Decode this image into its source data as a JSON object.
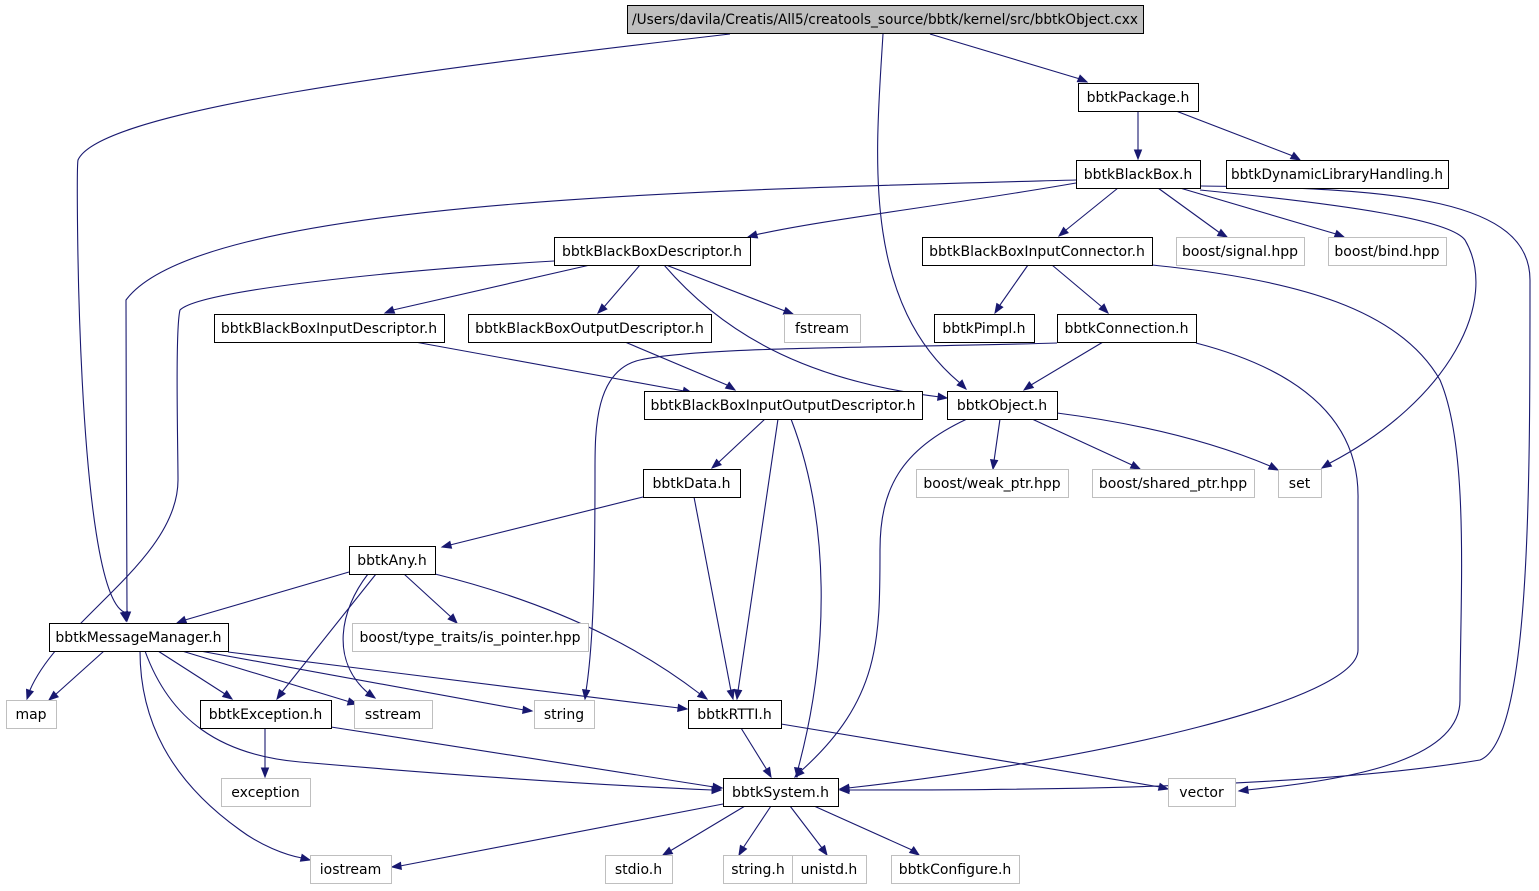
{
  "graph": {
    "edge_color": "#191970",
    "root_fill": "#bfbfbf",
    "external_border": "#bfbfbf",
    "nodes": [
      {
        "id": "root",
        "label": "/Users/davila/Creatis/All5/creatools_source/bbtk/kernel/src/bbtkObject.cxx",
        "kind": "root"
      },
      {
        "id": "package",
        "label": "bbtkPackage.h",
        "kind": "local"
      },
      {
        "id": "blackbox",
        "label": "bbtkBlackBox.h",
        "kind": "local"
      },
      {
        "id": "dynlib",
        "label": "bbtkDynamicLibraryHandling.h",
        "kind": "local"
      },
      {
        "id": "bbdesc",
        "label": "bbtkBlackBoxDescriptor.h",
        "kind": "local"
      },
      {
        "id": "bbinconn",
        "label": "bbtkBlackBoxInputConnector.h",
        "kind": "local"
      },
      {
        "id": "signal",
        "label": "boost/signal.hpp",
        "kind": "external"
      },
      {
        "id": "bind",
        "label": "boost/bind.hpp",
        "kind": "external"
      },
      {
        "id": "bbindesc",
        "label": "bbtkBlackBoxInputDescriptor.h",
        "kind": "local"
      },
      {
        "id": "bboutdesc",
        "label": "bbtkBlackBoxOutputDescriptor.h",
        "kind": "local"
      },
      {
        "id": "fstream",
        "label": "fstream",
        "kind": "external"
      },
      {
        "id": "pimpl",
        "label": "bbtkPimpl.h",
        "kind": "local"
      },
      {
        "id": "connection",
        "label": "bbtkConnection.h",
        "kind": "local"
      },
      {
        "id": "bbiodesc",
        "label": "bbtkBlackBoxInputOutputDescriptor.h",
        "kind": "local"
      },
      {
        "id": "object",
        "label": "bbtkObject.h",
        "kind": "local"
      },
      {
        "id": "data",
        "label": "bbtkData.h",
        "kind": "local"
      },
      {
        "id": "weakptr",
        "label": "boost/weak_ptr.hpp",
        "kind": "external"
      },
      {
        "id": "sharedptr",
        "label": "boost/shared_ptr.hpp",
        "kind": "external"
      },
      {
        "id": "set",
        "label": "set",
        "kind": "external"
      },
      {
        "id": "any",
        "label": "bbtkAny.h",
        "kind": "local"
      },
      {
        "id": "ispointer",
        "label": "boost/type_traits/is_pointer.hpp",
        "kind": "external"
      },
      {
        "id": "msgmgr",
        "label": "bbtkMessageManager.h",
        "kind": "local"
      },
      {
        "id": "map",
        "label": "map",
        "kind": "external"
      },
      {
        "id": "exception_h",
        "label": "bbtkException.h",
        "kind": "local"
      },
      {
        "id": "sstream",
        "label": "sstream",
        "kind": "external"
      },
      {
        "id": "string",
        "label": "string",
        "kind": "external"
      },
      {
        "id": "rtti",
        "label": "bbtkRTTI.h",
        "kind": "local"
      },
      {
        "id": "exception",
        "label": "exception",
        "kind": "external"
      },
      {
        "id": "system",
        "label": "bbtkSystem.h",
        "kind": "local"
      },
      {
        "id": "vector",
        "label": "vector",
        "kind": "external"
      },
      {
        "id": "iostream",
        "label": "iostream",
        "kind": "external"
      },
      {
        "id": "stdio",
        "label": "stdio.h",
        "kind": "external"
      },
      {
        "id": "stringh",
        "label": "string.h",
        "kind": "external"
      },
      {
        "id": "unistd",
        "label": "unistd.h",
        "kind": "external"
      },
      {
        "id": "configure",
        "label": "bbtkConfigure.h",
        "kind": "external"
      }
    ],
    "edges": [
      [
        "root",
        "package"
      ],
      [
        "root",
        "msgmgr"
      ],
      [
        "root",
        "object"
      ],
      [
        "package",
        "blackbox"
      ],
      [
        "package",
        "dynlib"
      ],
      [
        "blackbox",
        "bbdesc"
      ],
      [
        "blackbox",
        "bbinconn"
      ],
      [
        "blackbox",
        "signal"
      ],
      [
        "blackbox",
        "bind"
      ],
      [
        "blackbox",
        "msgmgr"
      ],
      [
        "blackbox",
        "set"
      ],
      [
        "blackbox",
        "system"
      ],
      [
        "bbdesc",
        "bbindesc"
      ],
      [
        "bbdesc",
        "bboutdesc"
      ],
      [
        "bbdesc",
        "fstream"
      ],
      [
        "bbdesc",
        "object"
      ],
      [
        "bbdesc",
        "map"
      ],
      [
        "bbinconn",
        "pimpl"
      ],
      [
        "bbinconn",
        "connection"
      ],
      [
        "bbinconn",
        "vector"
      ],
      [
        "bbindesc",
        "bbiodesc"
      ],
      [
        "bboutdesc",
        "bbiodesc"
      ],
      [
        "connection",
        "object"
      ],
      [
        "connection",
        "string"
      ],
      [
        "connection",
        "system"
      ],
      [
        "bbiodesc",
        "data"
      ],
      [
        "bbiodesc",
        "rtti"
      ],
      [
        "bbiodesc",
        "system"
      ],
      [
        "object",
        "weakptr"
      ],
      [
        "object",
        "sharedptr"
      ],
      [
        "object",
        "set"
      ],
      [
        "object",
        "system"
      ],
      [
        "data",
        "any"
      ],
      [
        "data",
        "rtti"
      ],
      [
        "any",
        "msgmgr"
      ],
      [
        "any",
        "ispointer"
      ],
      [
        "any",
        "exception_h"
      ],
      [
        "any",
        "sstream"
      ],
      [
        "any",
        "rtti"
      ],
      [
        "msgmgr",
        "map"
      ],
      [
        "msgmgr",
        "exception_h"
      ],
      [
        "msgmgr",
        "sstream"
      ],
      [
        "msgmgr",
        "string"
      ],
      [
        "msgmgr",
        "rtti"
      ],
      [
        "msgmgr",
        "system"
      ],
      [
        "msgmgr",
        "iostream"
      ],
      [
        "exception_h",
        "exception"
      ],
      [
        "exception_h",
        "system"
      ],
      [
        "rtti",
        "system"
      ],
      [
        "rtti",
        "vector"
      ],
      [
        "system",
        "iostream"
      ],
      [
        "system",
        "stdio"
      ],
      [
        "system",
        "stringh"
      ],
      [
        "system",
        "unistd"
      ],
      [
        "system",
        "configure"
      ]
    ]
  }
}
